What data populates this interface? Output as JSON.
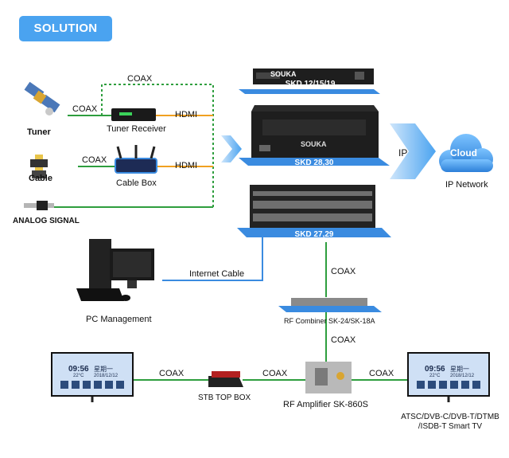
{
  "header": {
    "badge": "SOLUTION"
  },
  "sources": {
    "tuner": "Tuner",
    "cable": "Cable",
    "analog": "ANALOG SIGNAL"
  },
  "devices": {
    "tuner_receiver": "Tuner Receiver",
    "cable_box": "Cable Box",
    "skd_top": "SKD 12/15/19",
    "skd_mid": "SKD 28,30",
    "skd_bottom": "SKD 27,29",
    "brand": "SOUKA",
    "pc": "PC Management",
    "combiner": "RF Combiner SK-24/SK-18A",
    "amplifier": "RF Amplifier SK-860S",
    "stb": "STB TOP BOX",
    "tv_right": [
      "ATSC/DVB-C/DVB-T/DTMB",
      "/ISDB-T Smart TV"
    ],
    "cloud": "Cloud",
    "ip_network": "IP Network"
  },
  "links": {
    "coax": "COAX",
    "hdmi": "HDMI",
    "ip": "IP",
    "internet_cable": "Internet Cable"
  },
  "tv_screen": {
    "time": "09:56",
    "weekday": "星期一",
    "date": "2018/12/12",
    "temp": "22°C"
  },
  "colors": {
    "accent": "#4aa3f0",
    "coax_line": "#2e9e3e",
    "hdmi_line": "#f0a020",
    "internet_line": "#3a8be0"
  }
}
